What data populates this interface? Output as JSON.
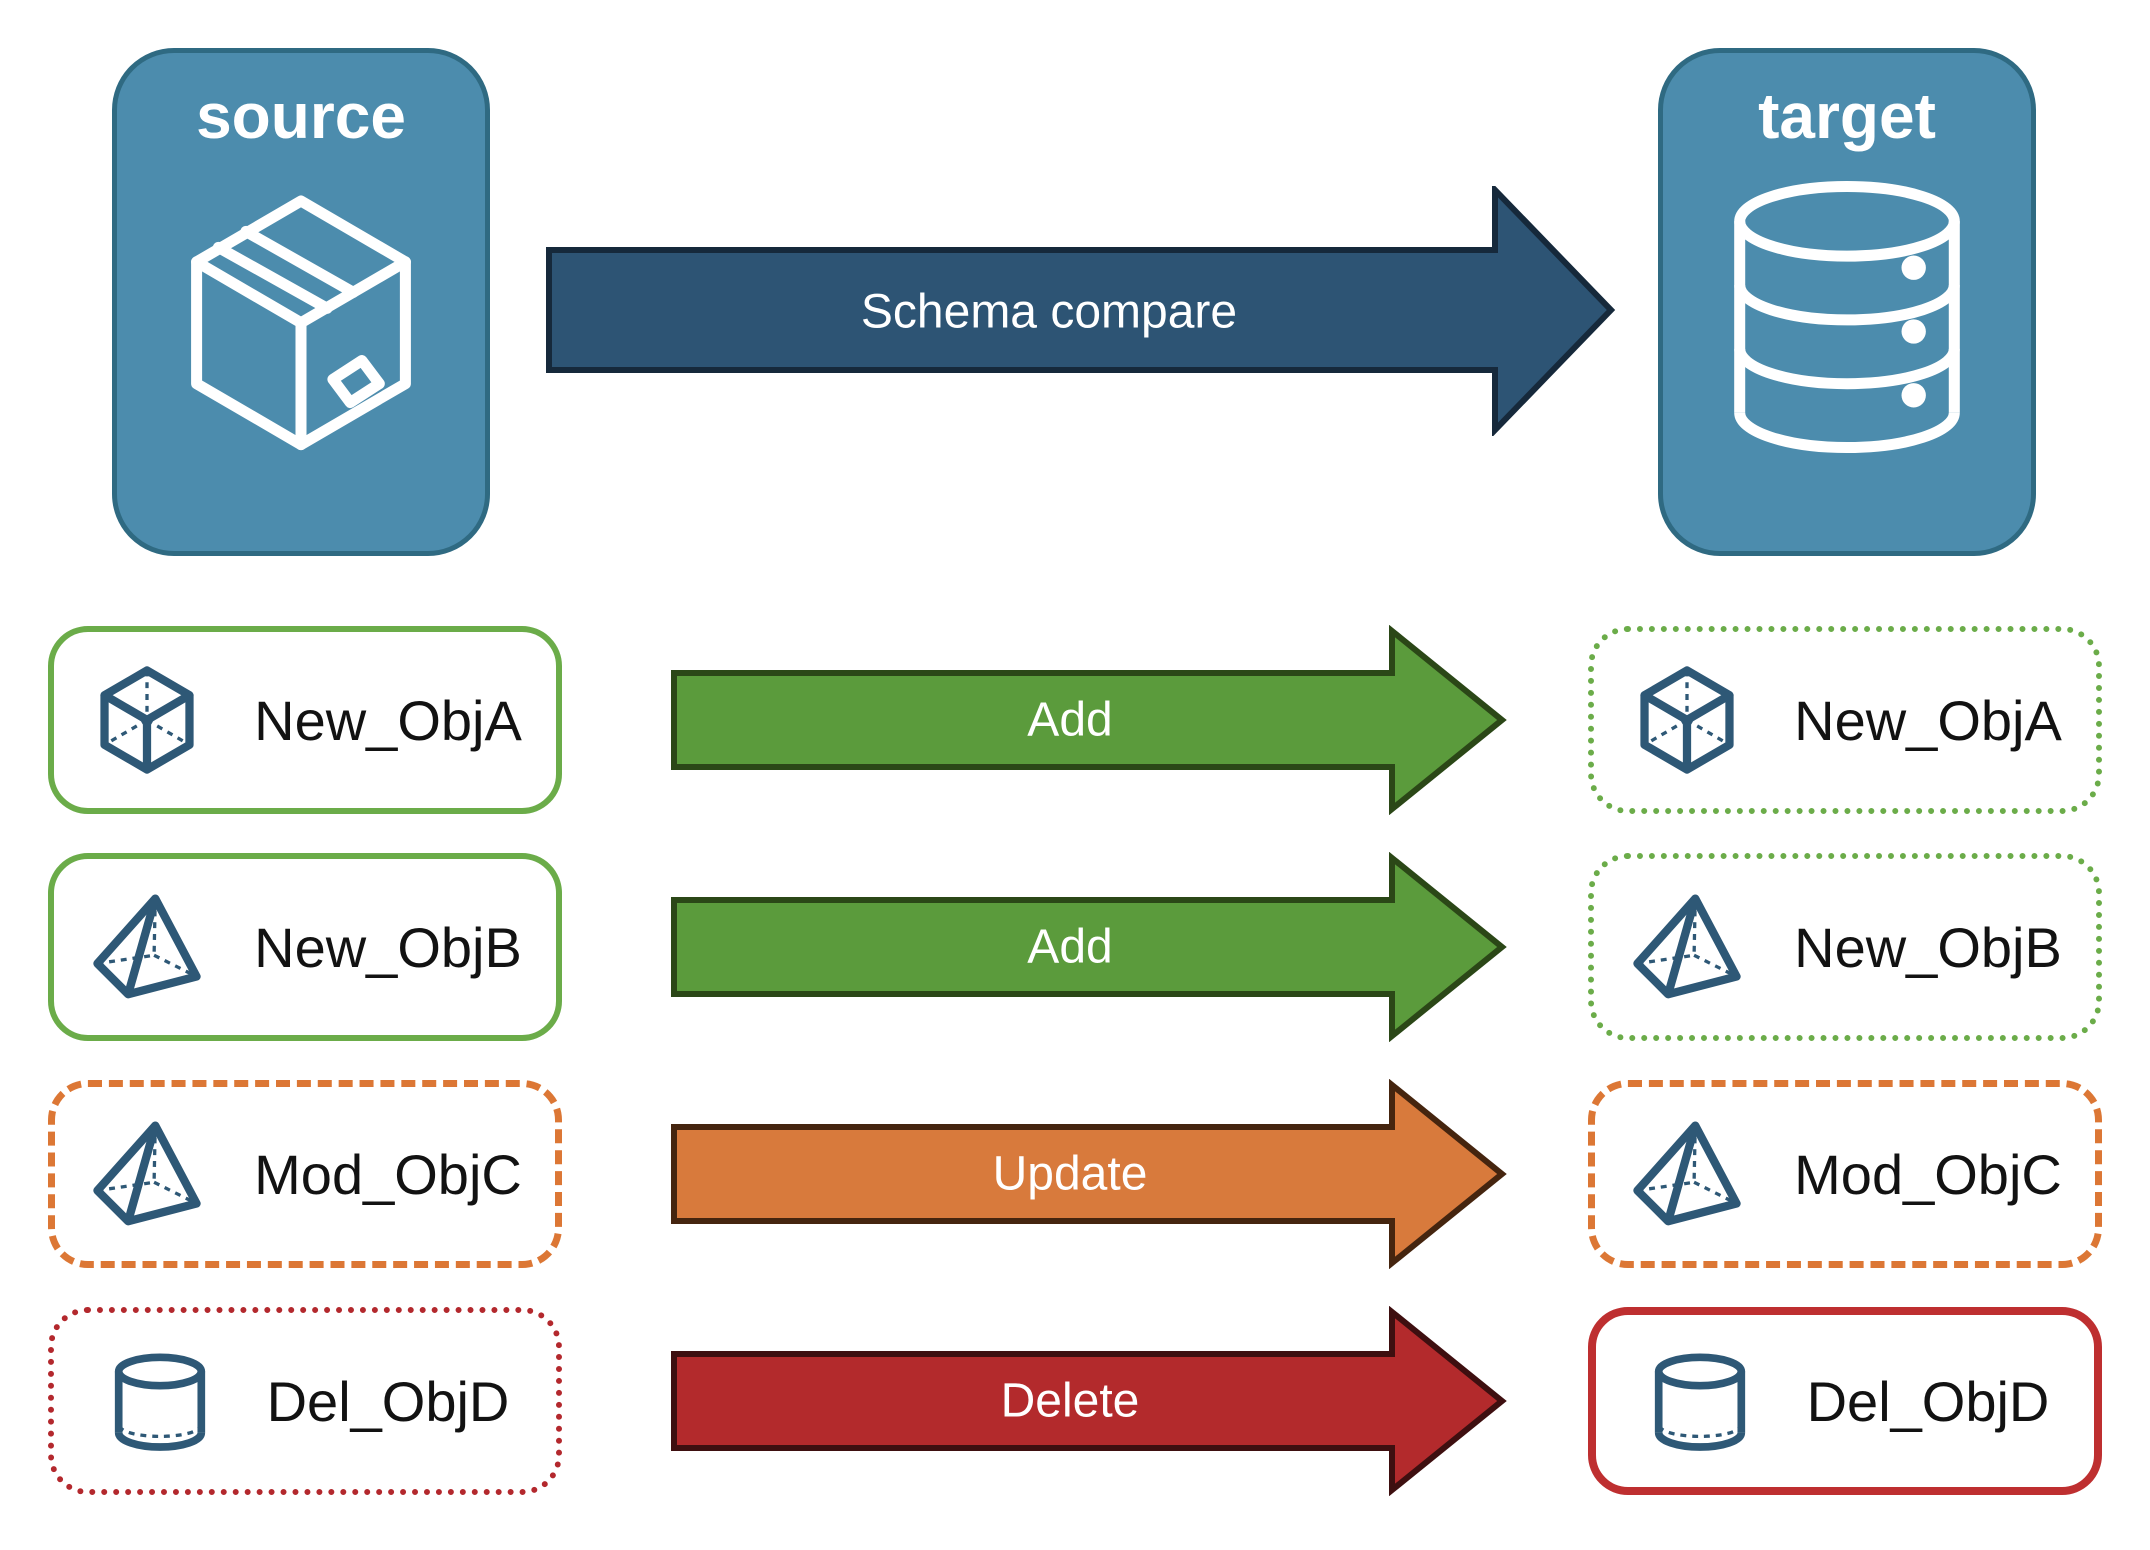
{
  "source_node": {
    "label": "source",
    "icon": "package-icon",
    "fill": "#4C8CAD",
    "border_color": "#2F6A82"
  },
  "target_node": {
    "label": "target",
    "icon": "database-icon",
    "fill": "#4C8CAD",
    "border_color": "#2F6A82"
  },
  "compare_arrow": {
    "label": "Schema compare",
    "fill": "#2D5474",
    "border_color": "#16293B",
    "text_color": "#FFFFFF"
  },
  "rows": [
    {
      "left": {
        "label": "New_ObjA",
        "icon": "cube-icon",
        "border_color": "#6BAC49",
        "border_style": "solid"
      },
      "arrow": {
        "label": "Add",
        "fill": "#5B9B3C",
        "border_color": "#2B4717"
      },
      "right": {
        "label": "New_ObjA",
        "icon": "cube-icon",
        "border_color": "#6BAC49",
        "border_style": "dotted"
      }
    },
    {
      "left": {
        "label": "New_ObjB",
        "icon": "pyramid-icon",
        "border_color": "#6BAC49",
        "border_style": "solid"
      },
      "arrow": {
        "label": "Add",
        "fill": "#5B9B3C",
        "border_color": "#2B4717"
      },
      "right": {
        "label": "New_ObjB",
        "icon": "pyramid-icon",
        "border_color": "#6BAC49",
        "border_style": "dotted"
      }
    },
    {
      "left": {
        "label": "Mod_ObjC",
        "icon": "pyramid-icon",
        "border_color": "#DC7735",
        "border_style": "dashed"
      },
      "arrow": {
        "label": "Update",
        "fill": "#D87A3C",
        "border_color": "#45250F"
      },
      "right": {
        "label": "Mod_ObjC",
        "icon": "pyramid-icon",
        "border_color": "#DC7735",
        "border_style": "dashed"
      }
    },
    {
      "left": {
        "label": "Del_ObjD",
        "icon": "cylinder-icon",
        "border_color": "#B3282D",
        "border_style": "dotted"
      },
      "arrow": {
        "label": "Delete",
        "fill": "#B32A2C",
        "border_color": "#3E0F10"
      },
      "right": {
        "label": "Del_ObjD",
        "icon": "cylinder-icon",
        "border_color": "#BE2F30",
        "border_style": "solid"
      }
    }
  ]
}
